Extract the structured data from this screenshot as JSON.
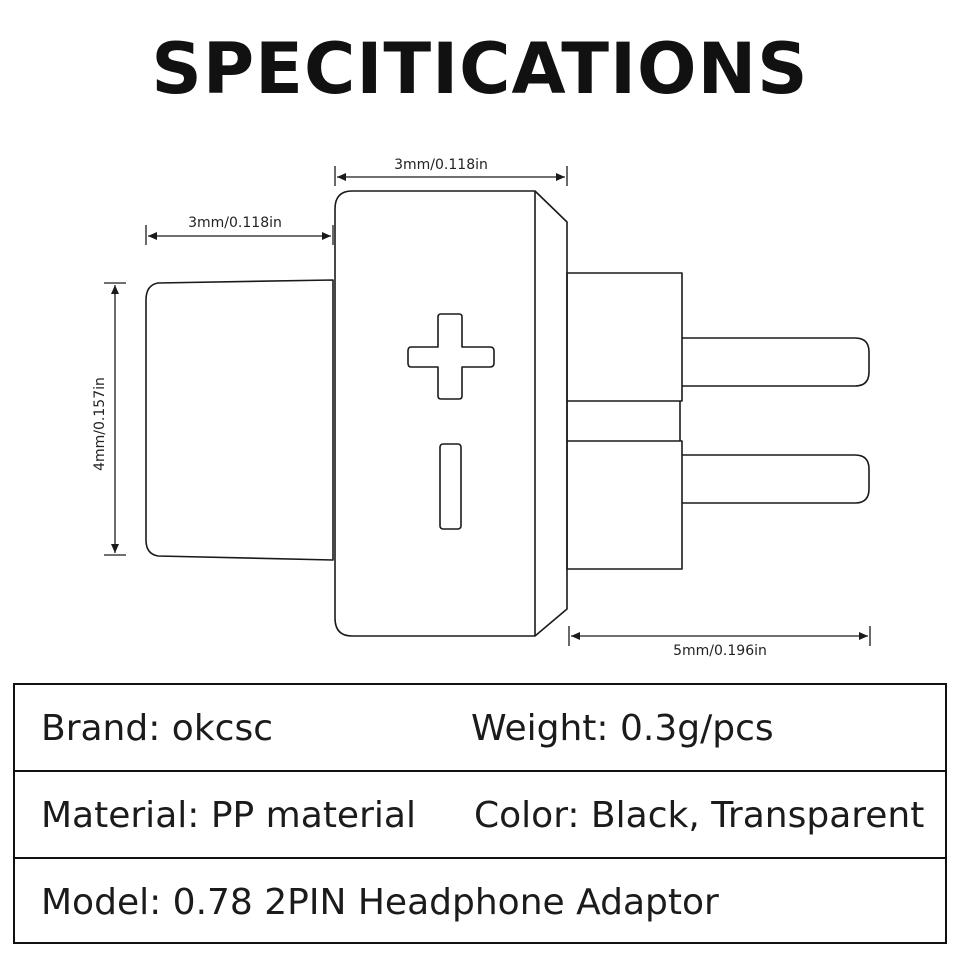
{
  "title": "SPECITICATIONS",
  "dimensions": {
    "top_width": "3mm/0.118in",
    "left_width": "3mm/0.118in",
    "height": "4mm/0.157in",
    "pin_length": "5mm/0.196in"
  },
  "polarity": {
    "positive": "+",
    "negative": "−"
  },
  "specs": {
    "brand": "Brand: okcsc",
    "weight": "Weight: 0.3g/pcs",
    "material": "Material: PP material",
    "color": "Color: Black, Transparent",
    "model": "Model: 0.78 2PIN Headphone Adaptor"
  },
  "colors": {
    "line": "#1a1a1a",
    "background": "#ffffff"
  }
}
